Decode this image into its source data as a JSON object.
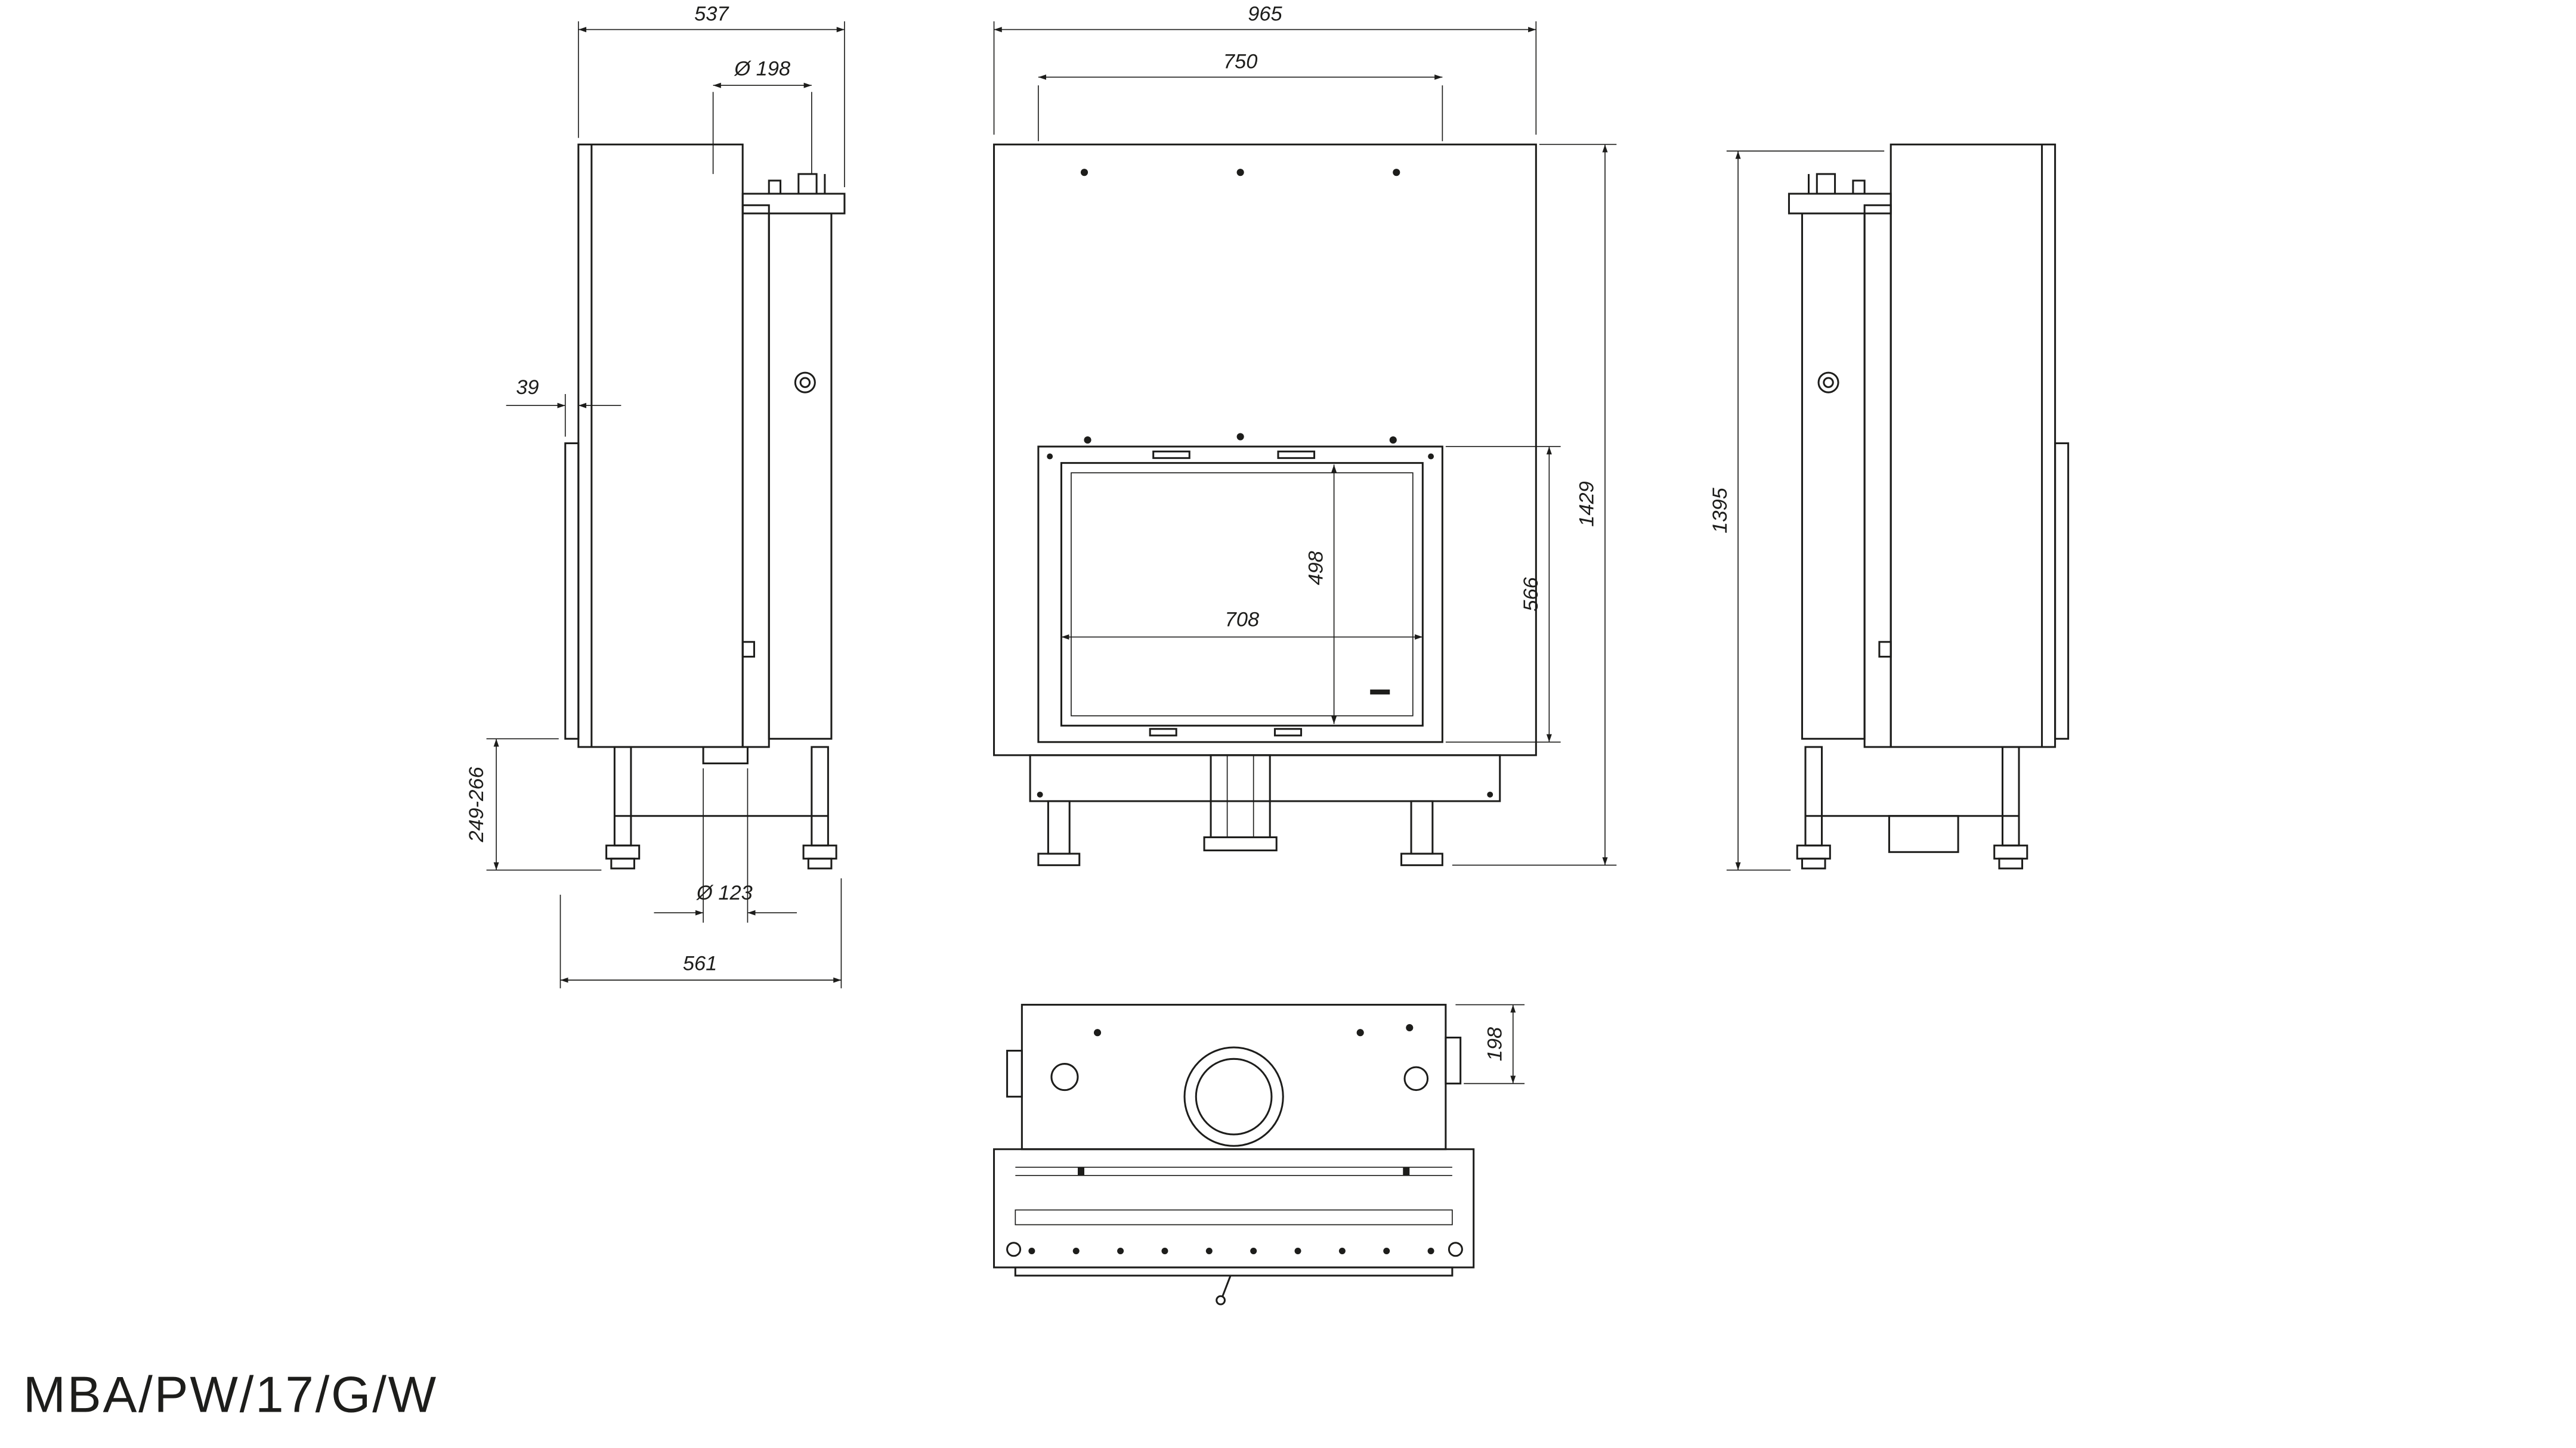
{
  "title": "MBA/PW/17/G/W",
  "colors": {
    "ink": "#1d1d1b",
    "background": "#ffffff"
  },
  "views": {
    "left_side": {
      "dims": {
        "depth_top": "537",
        "flue_diameter": "Ø 198",
        "rear_gap": "39",
        "base_height_range": "249-266",
        "outlet_diameter": "Ø 123",
        "depth_bottom": "561"
      }
    },
    "front": {
      "dims": {
        "overall_width": "965",
        "door_width": "750",
        "glass_width": "708",
        "glass_height": "498",
        "door_height": "566",
        "overall_height": "1429"
      }
    },
    "right_side": {
      "dims": {
        "overall_height": "1395"
      }
    },
    "bottom": {
      "dims": {
        "flue_section_depth": "198"
      }
    }
  }
}
